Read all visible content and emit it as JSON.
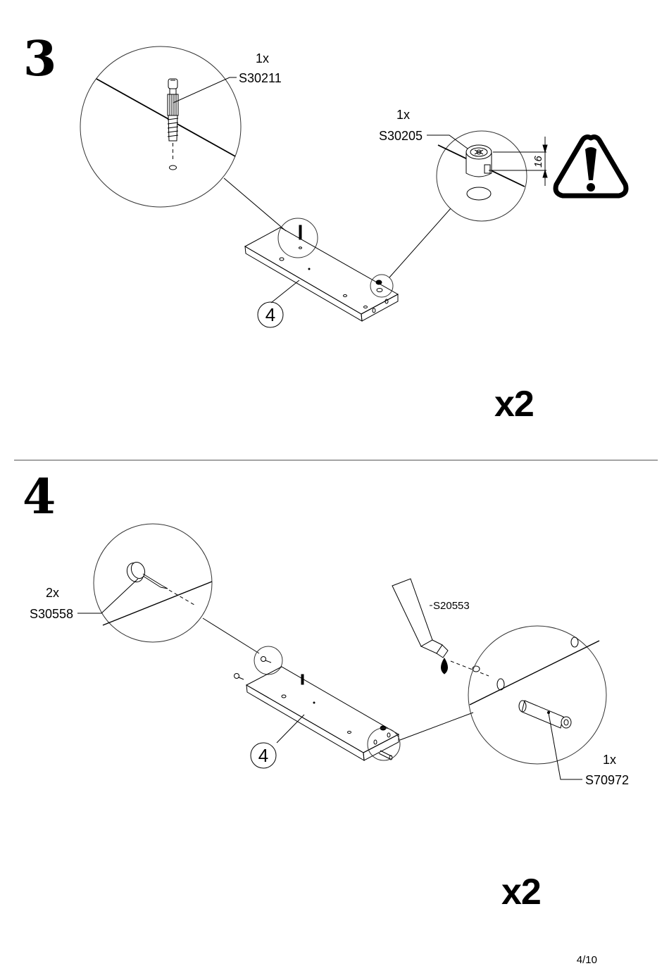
{
  "steps": [
    {
      "number": "3",
      "multiplier": "x2",
      "panel_number": "4",
      "parts": [
        {
          "qty": "1x",
          "code": "S30211"
        },
        {
          "qty": "1x",
          "code": "S30205"
        }
      ],
      "dimension": "16",
      "warning_icon": "warning-triangle-icon"
    },
    {
      "number": "4",
      "multiplier": "x2",
      "panel_number": "4",
      "parts": [
        {
          "qty": "2x",
          "code": "S30558"
        },
        {
          "qty": "",
          "code": "S20553"
        },
        {
          "qty": "1x",
          "code": "S70972"
        }
      ]
    }
  ],
  "page": "4/10"
}
